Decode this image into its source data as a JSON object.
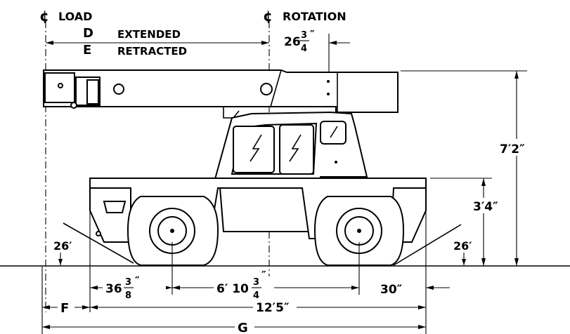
{
  "labels": {
    "load_cl": "LOAD",
    "rotation_cl": "ROTATION",
    "d": "D",
    "e": "E",
    "extended": "EXTENDED",
    "retracted": "RETRACTED",
    "rot_offset_whole": "26",
    "rot_offset_frac_num": "3",
    "rot_offset_frac_den": "4",
    "rot_offset_unit": "″",
    "height_total": "7′2″",
    "height_deck": "3′4″",
    "angle_left": "26′",
    "angle_right": "26′",
    "front_overhang_whole": "36",
    "front_overhang_num": "3",
    "front_overhang_den": "8",
    "front_overhang_unit": "″",
    "wheelbase_whole": "6′ 10",
    "wheelbase_num": "3",
    "wheelbase_den": "4",
    "wheelbase_unit": "″",
    "rear_overhang": "30″",
    "f": "F",
    "overall_length": "12′5″",
    "g": "G",
    "centerline_symbol": "¢"
  }
}
